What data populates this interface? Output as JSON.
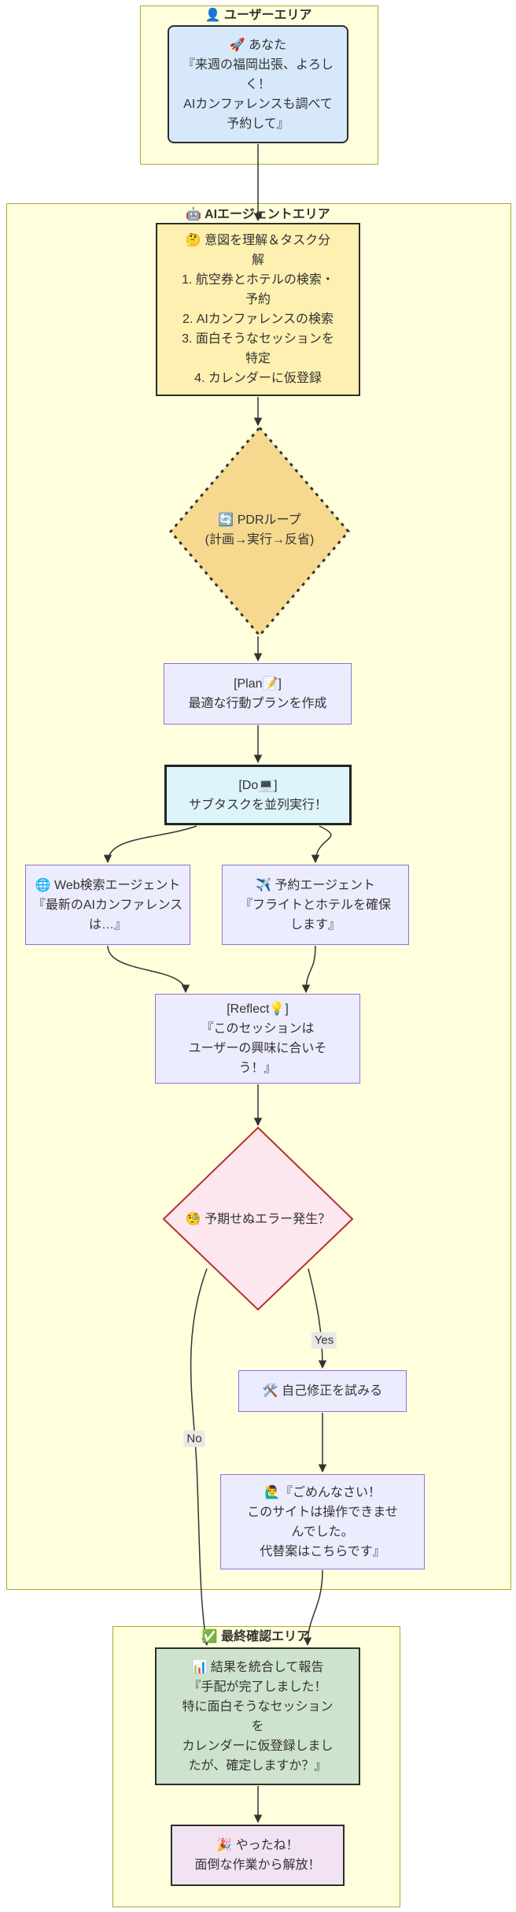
{
  "areas": {
    "user": {
      "icon": "👤",
      "title": "ユーザーエリア"
    },
    "agent": {
      "icon": "🤖",
      "title": "AIエージェントエリア"
    },
    "final": {
      "icon": "✅",
      "title": "最終確認エリア"
    }
  },
  "nodes": {
    "user_request": {
      "text": "🚀 あなた\n『来週の福岡出張、よろし\nく！\nAIカンファレンスも調べて\n予約して』"
    },
    "task_breakdown": {
      "text": "🤔 意図を理解＆タスク分\n解\n1. 航空券とホテルの検索・\n予約\n2. AIカンファレンスの検索\n3. 面白そうなセッションを\n特定\n4. カレンダーに仮登録"
    },
    "pdr_loop": {
      "text": "🔄 PDRループ\n(計画→実行→反省)"
    },
    "plan": {
      "text": "[Plan📝]\n最適な行動プランを作成"
    },
    "do": {
      "text": "[Do💻]\nサブタスクを並列実行！"
    },
    "web_search": {
      "text": "🌐 Web検索エージェント\n『最新のAIカンファレンス\nは…』"
    },
    "booking": {
      "text": "✈️ 予約エージェント\n『フライトとホテルを確保\nします』"
    },
    "reflect": {
      "text": "[Reflect💡]\n『このセッションは\nユーザーの興味に合いそ\nう！』"
    },
    "error_check": {
      "text": "🧐 予期せぬエラー発生？"
    },
    "self_fix": {
      "text": "🛠️ 自己修正を試みる"
    },
    "apology": {
      "text": "🙋‍♂️『ごめんなさい！\nこのサイトは操作できませ\nんでした。\n代替案はこちらです』"
    },
    "final_report": {
      "text": "📊 結果を統合して報告\n『手配が完了しました！\n特に面白そうなセッション\nを\nカレンダーに仮登録しまし\nたが、確定しますか？』"
    },
    "celebration": {
      "text": "🎉 やったね！\n面倒な作業から解放！"
    }
  },
  "edge_labels": {
    "yes": "Yes",
    "no": "No"
  },
  "colors": {
    "page_bg": "#ffffff",
    "area_fill": "#ffffde",
    "area_border": "#aaaa33",
    "user_request_fill": "#d6e8fa",
    "task_fill": "#fdf0b0",
    "pdr_diamond_fill": "#f6d88f",
    "default_node_fill": "#ececff",
    "default_node_border": "#9370db",
    "do_fill": "#ddf4fa",
    "error_diamond_fill": "#fce7ef",
    "error_diamond_border": "#b73030",
    "report_fill": "#cde3cd",
    "celebration_fill": "#f2e3f3",
    "edge_color": "#333333",
    "edge_label_bg": "#e8e8e8",
    "text_color": "#333333"
  }
}
